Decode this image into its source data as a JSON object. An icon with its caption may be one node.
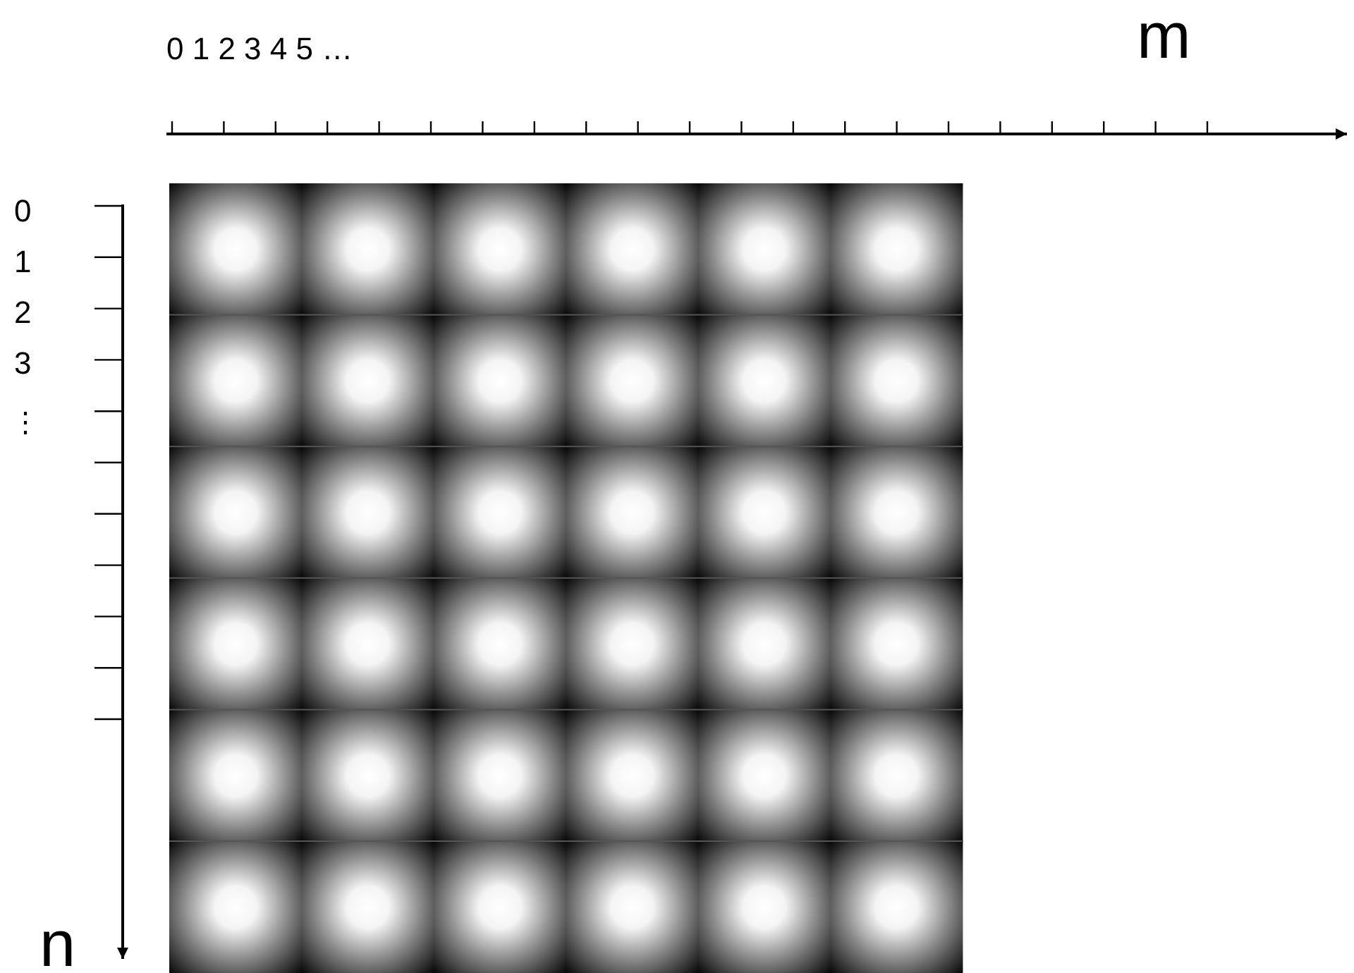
{
  "diagram": {
    "labels": [
      "0 1 2 3 4 5 …",
      "m",
      "0",
      "1",
      "2",
      "3",
      "⋮",
      "n"
    ]
  }
}
